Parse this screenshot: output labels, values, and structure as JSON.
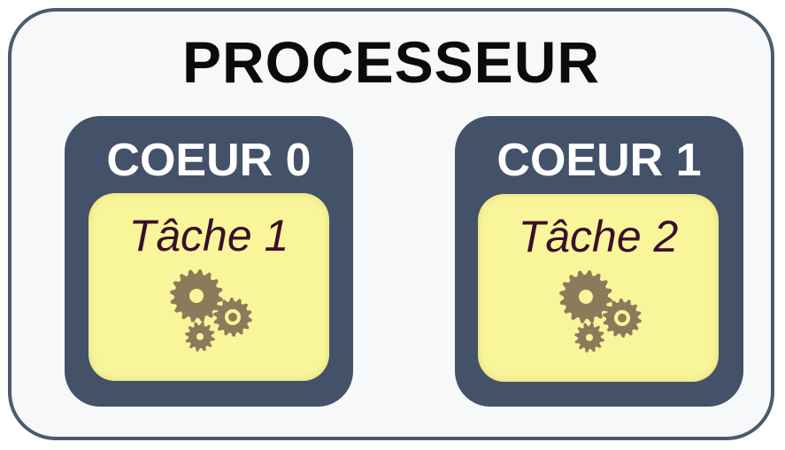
{
  "processor": {
    "title": "PROCESSEUR"
  },
  "cores": [
    {
      "label": "COEUR 0",
      "task": "Tâche 1",
      "icon": "gears-icon"
    },
    {
      "label": "COEUR 1",
      "task": "Tâche 2",
      "icon": "gears-icon"
    }
  ],
  "colors": {
    "processor_border": "#4d5a6e",
    "processor_fill": "#f6f8fa",
    "core_fill": "#435169",
    "task_fill": "#f9f59a",
    "task_text": "#3b0f2a",
    "gear": "#8b7b5a"
  }
}
